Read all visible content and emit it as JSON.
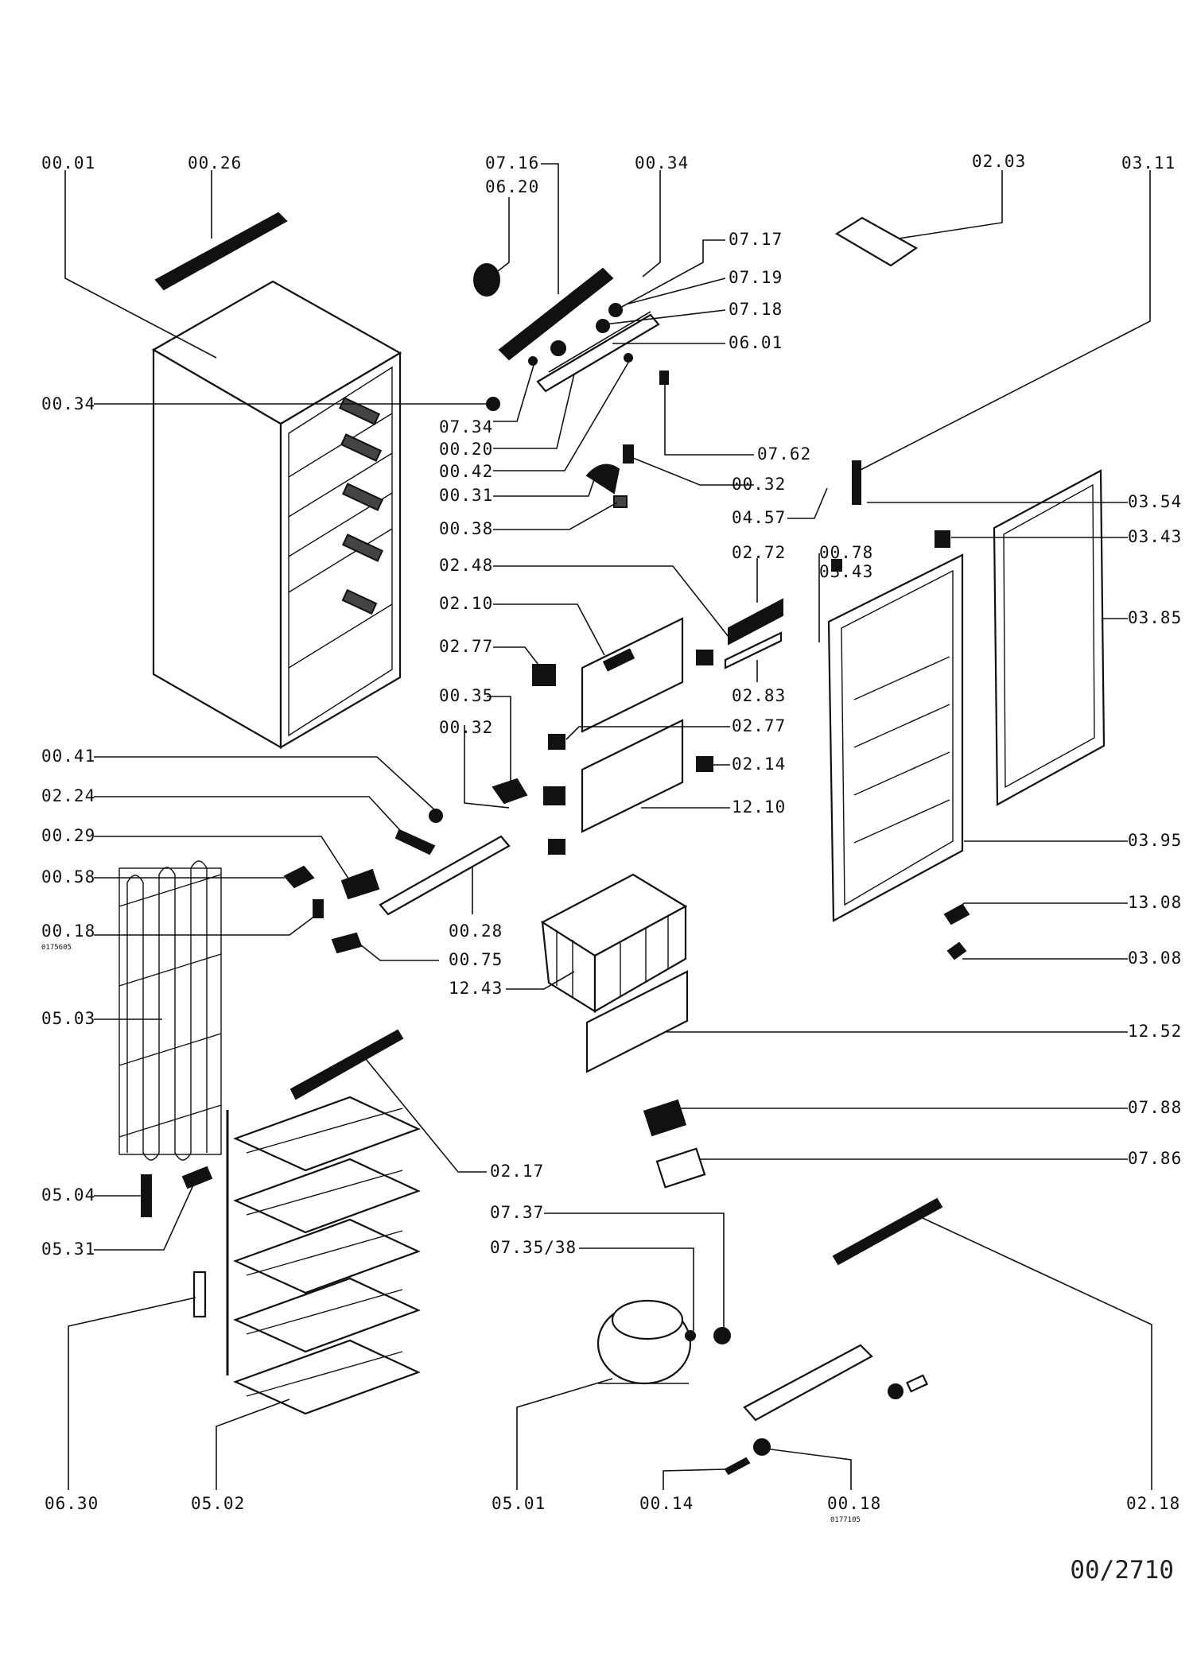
{
  "document_code": "00/2710",
  "callouts": [
    {
      "id": "00-01",
      "text": "00.01"
    },
    {
      "id": "00-26",
      "text": "00.26"
    },
    {
      "id": "07-16",
      "text": "07.16"
    },
    {
      "id": "06-20",
      "text": "06.20"
    },
    {
      "id": "00-34-top",
      "text": "00.34"
    },
    {
      "id": "02-03",
      "text": "02.03"
    },
    {
      "id": "03-11",
      "text": "03.11"
    },
    {
      "id": "07-17",
      "text": "07.17"
    },
    {
      "id": "07-19",
      "text": "07.19"
    },
    {
      "id": "07-18",
      "text": "07.18"
    },
    {
      "id": "06-01",
      "text": "06.01"
    },
    {
      "id": "00-34-left",
      "text": "00.34"
    },
    {
      "id": "07-34",
      "text": "07.34"
    },
    {
      "id": "00-20",
      "text": "00.20"
    },
    {
      "id": "00-42",
      "text": "00.42"
    },
    {
      "id": "07-62",
      "text": "07.62"
    },
    {
      "id": "00-31",
      "text": "00.31"
    },
    {
      "id": "00-32-a",
      "text": "00.32"
    },
    {
      "id": "03-54",
      "text": "03.54"
    },
    {
      "id": "04-57",
      "text": "04.57"
    },
    {
      "id": "00-38",
      "text": "00.38"
    },
    {
      "id": "03-43-a",
      "text": "03.43"
    },
    {
      "id": "02-48",
      "text": "02.48"
    },
    {
      "id": "02-72",
      "text": "02.72"
    },
    {
      "id": "00-78",
      "text": "00.78"
    },
    {
      "id": "03-43-b",
      "text": "03.43"
    },
    {
      "id": "03-85",
      "text": "03.85"
    },
    {
      "id": "02-10",
      "text": "02.10"
    },
    {
      "id": "02-77-a",
      "text": "02.77"
    },
    {
      "id": "02-83",
      "text": "02.83"
    },
    {
      "id": "00-35",
      "text": "00.35"
    },
    {
      "id": "00-32-b",
      "text": "00.32"
    },
    {
      "id": "02-77-b",
      "text": "02.77"
    },
    {
      "id": "00-41",
      "text": "00.41"
    },
    {
      "id": "02-14",
      "text": "02.14"
    },
    {
      "id": "02-24",
      "text": "02.24"
    },
    {
      "id": "12-10",
      "text": "12.10"
    },
    {
      "id": "00-29",
      "text": "00.29"
    },
    {
      "id": "03-95",
      "text": "03.95"
    },
    {
      "id": "00-58",
      "text": "00.58"
    },
    {
      "id": "13-08",
      "text": "13.08"
    },
    {
      "id": "00-28",
      "text": "00.28"
    },
    {
      "id": "00-18-a",
      "text": "00.18"
    },
    {
      "id": "00-75",
      "text": "00.75"
    },
    {
      "id": "03-08",
      "text": "03.08"
    },
    {
      "id": "12-43",
      "text": "12.43"
    },
    {
      "id": "05-03",
      "text": "05.03"
    },
    {
      "id": "12-52",
      "text": "12.52"
    },
    {
      "id": "07-88",
      "text": "07.88"
    },
    {
      "id": "07-86",
      "text": "07.86"
    },
    {
      "id": "02-17",
      "text": "02.17"
    },
    {
      "id": "05-04",
      "text": "05.04"
    },
    {
      "id": "07-37",
      "text": "07.37"
    },
    {
      "id": "05-31",
      "text": "05.31"
    },
    {
      "id": "07-35-38",
      "text": "07.35/38"
    },
    {
      "id": "06-30",
      "text": "06.30"
    },
    {
      "id": "05-02",
      "text": "05.02"
    },
    {
      "id": "05-01",
      "text": "05.01"
    },
    {
      "id": "00-14",
      "text": "00.14"
    },
    {
      "id": "00-18-b",
      "text": "00.18"
    },
    {
      "id": "02-18",
      "text": "02.18"
    }
  ],
  "small_notes": [
    {
      "id": "note-0175605",
      "text": "0175605"
    },
    {
      "id": "note-0177105",
      "text": "0177105"
    }
  ]
}
